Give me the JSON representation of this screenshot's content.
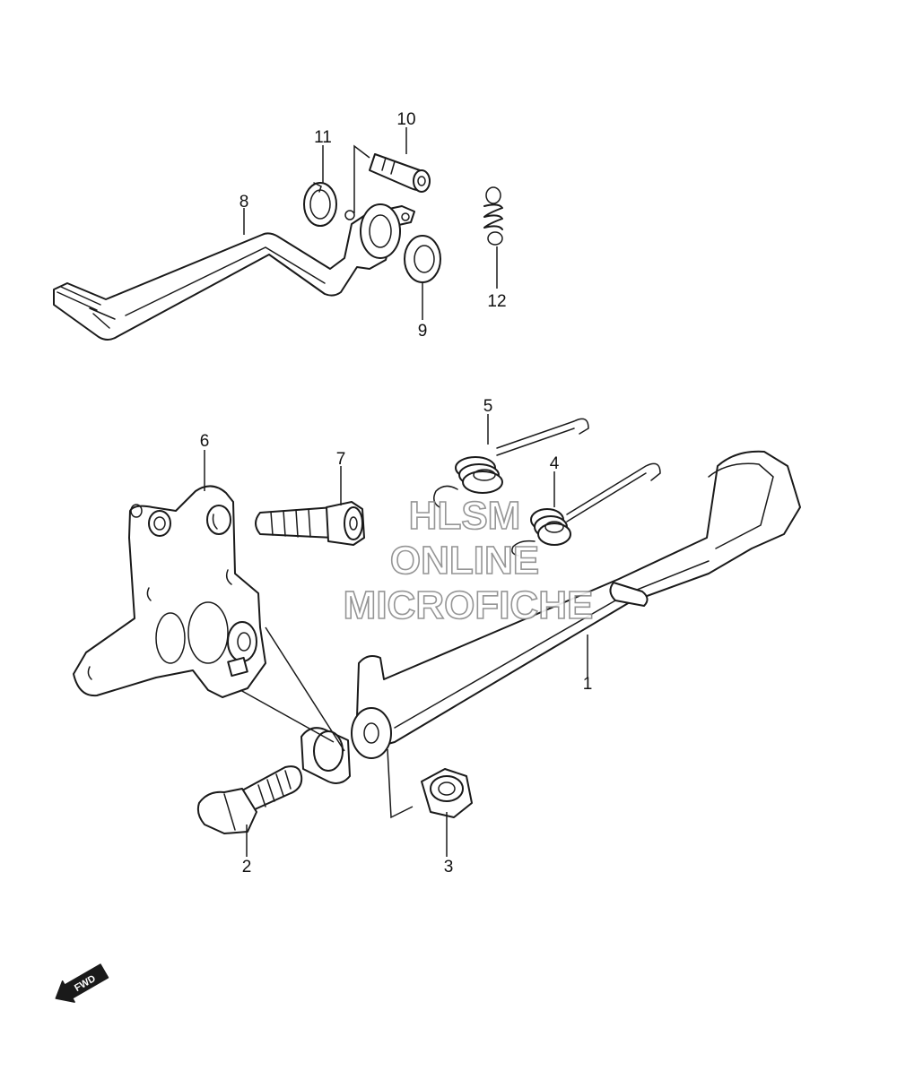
{
  "callouts": {
    "c1": "1",
    "c2": "2",
    "c3": "3",
    "c4": "4",
    "c5": "5",
    "c6": "6",
    "c7": "7",
    "c8": "8",
    "c9": "9",
    "c10": "10",
    "c11": "11",
    "c12": "12"
  },
  "watermark": {
    "line1": "HLSM",
    "line2": "ONLINE",
    "line3": "MICROFICHE",
    "color": "#8a8a8a"
  },
  "fwd_arrow": {
    "label": "FWD",
    "icon": "forward-arrow-icon"
  }
}
